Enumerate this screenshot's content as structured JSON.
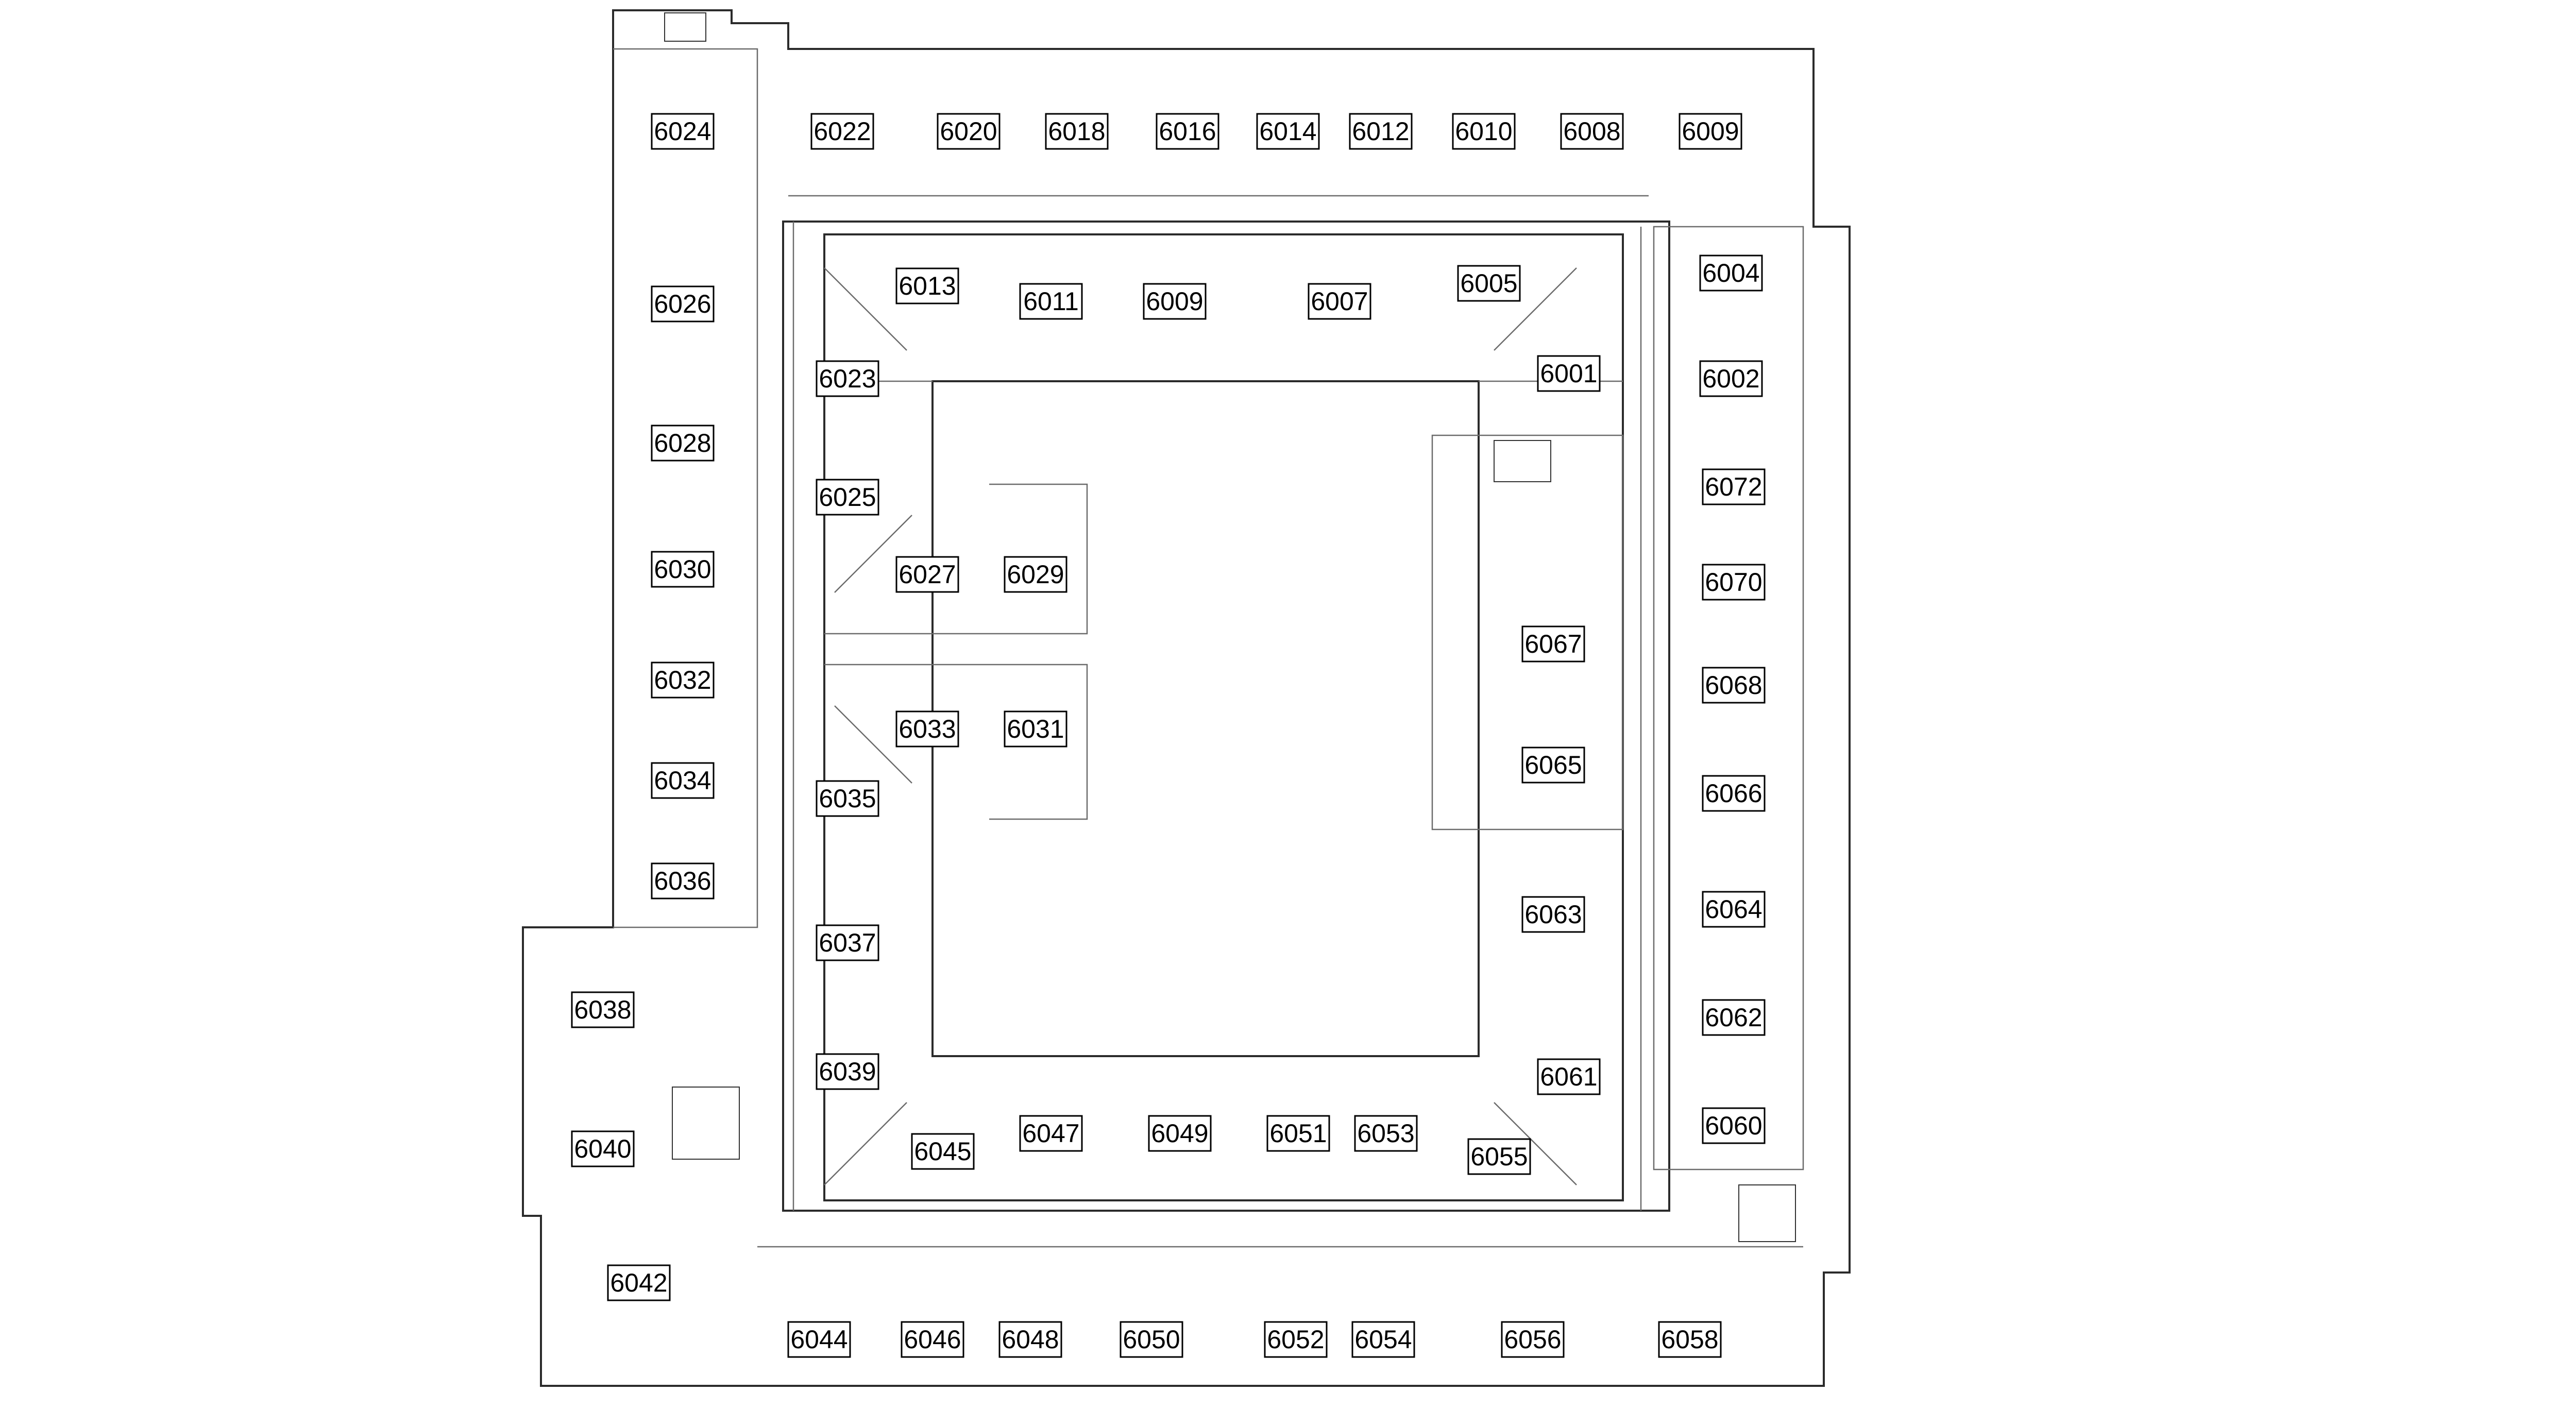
{
  "floor_plan": {
    "rooms": [
      {
        "id": "6024",
        "label": "6024"
      },
      {
        "id": "6022",
        "label": "6022"
      },
      {
        "id": "6020",
        "label": "6020"
      },
      {
        "id": "6018",
        "label": "6018"
      },
      {
        "id": "6016",
        "label": "6016"
      },
      {
        "id": "6014",
        "label": "6014"
      },
      {
        "id": "6012",
        "label": "6012"
      },
      {
        "id": "6010",
        "label": "6010"
      },
      {
        "id": "6008",
        "label": "6008"
      },
      {
        "id": "6009n",
        "label": "6009"
      },
      {
        "id": "6026",
        "label": "6026"
      },
      {
        "id": "6013",
        "label": "6013"
      },
      {
        "id": "6011",
        "label": "6011"
      },
      {
        "id": "6009",
        "label": "6009"
      },
      {
        "id": "6007",
        "label": "6007"
      },
      {
        "id": "6005",
        "label": "6005"
      },
      {
        "id": "6004",
        "label": "6004"
      },
      {
        "id": "6023",
        "label": "6023"
      },
      {
        "id": "6001",
        "label": "6001"
      },
      {
        "id": "6002",
        "label": "6002"
      },
      {
        "id": "6028",
        "label": "6028"
      },
      {
        "id": "6025",
        "label": "6025"
      },
      {
        "id": "6072",
        "label": "6072"
      },
      {
        "id": "6030",
        "label": "6030"
      },
      {
        "id": "6027",
        "label": "6027"
      },
      {
        "id": "6029",
        "label": "6029"
      },
      {
        "id": "6070",
        "label": "6070"
      },
      {
        "id": "6067",
        "label": "6067"
      },
      {
        "id": "6032",
        "label": "6032"
      },
      {
        "id": "6068",
        "label": "6068"
      },
      {
        "id": "6033",
        "label": "6033"
      },
      {
        "id": "6031",
        "label": "6031"
      },
      {
        "id": "6065",
        "label": "6065"
      },
      {
        "id": "6034",
        "label": "6034"
      },
      {
        "id": "6035",
        "label": "6035"
      },
      {
        "id": "6066",
        "label": "6066"
      },
      {
        "id": "6036",
        "label": "6036"
      },
      {
        "id": "6064",
        "label": "6064"
      },
      {
        "id": "6037",
        "label": "6037"
      },
      {
        "id": "6063",
        "label": "6063"
      },
      {
        "id": "6038",
        "label": "6038"
      },
      {
        "id": "6062",
        "label": "6062"
      },
      {
        "id": "6039",
        "label": "6039"
      },
      {
        "id": "6061",
        "label": "6061"
      },
      {
        "id": "6060",
        "label": "6060"
      },
      {
        "id": "6047",
        "label": "6047"
      },
      {
        "id": "6049",
        "label": "6049"
      },
      {
        "id": "6051",
        "label": "6051"
      },
      {
        "id": "6053",
        "label": "6053"
      },
      {
        "id": "6045",
        "label": "6045"
      },
      {
        "id": "6040",
        "label": "6040"
      },
      {
        "id": "6055",
        "label": "6055"
      },
      {
        "id": "6042",
        "label": "6042"
      },
      {
        "id": "6044",
        "label": "6044"
      },
      {
        "id": "6046",
        "label": "6046"
      },
      {
        "id": "6048",
        "label": "6048"
      },
      {
        "id": "6050",
        "label": "6050"
      },
      {
        "id": "6052",
        "label": "6052"
      },
      {
        "id": "6054",
        "label": "6054"
      },
      {
        "id": "6056",
        "label": "6056"
      },
      {
        "id": "6058",
        "label": "6058"
      }
    ]
  }
}
